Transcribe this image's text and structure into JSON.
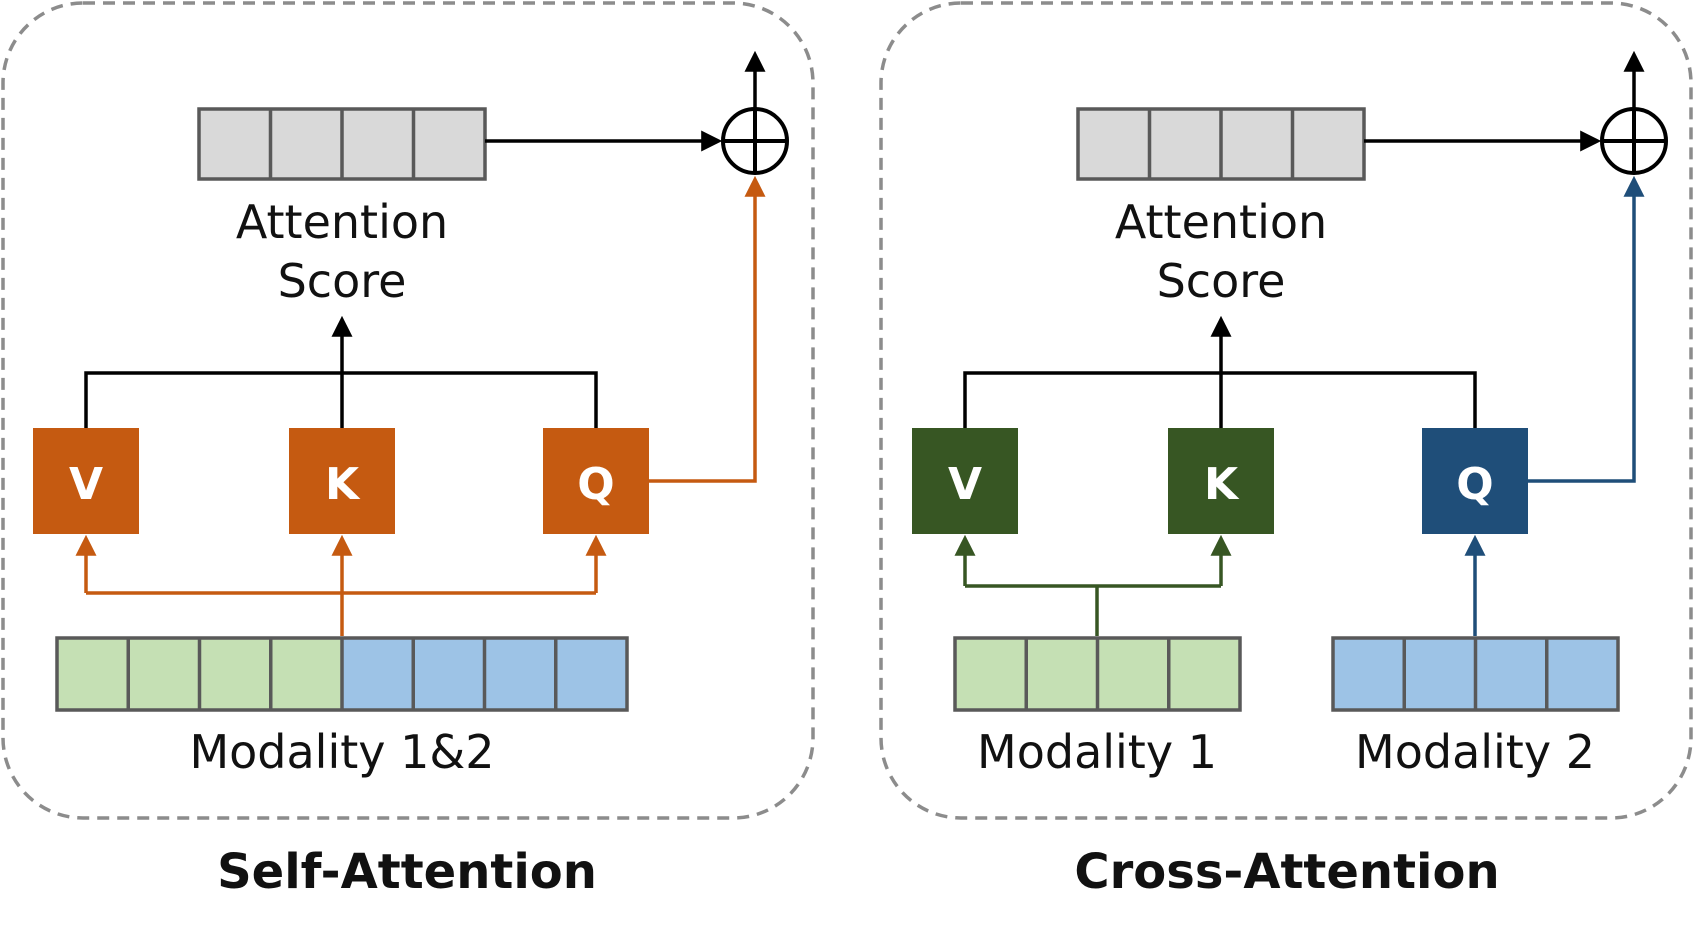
{
  "colors": {
    "self_accent": "#c55a11",
    "modality1_accent": "#375623",
    "modality2_accent": "#1f4e79",
    "modality1_fill": "#c5e0b4",
    "modality2_fill": "#9dc3e6",
    "score_fill": "#d9d9d9",
    "cell_border": "#595959",
    "panel_border": "#8c8c8c"
  },
  "self_attention": {
    "caption": "Self-Attention",
    "score_label_line1": "Attention",
    "score_label_line2": "Score",
    "input_label": "Modality 1&2",
    "nodes": {
      "v": "V",
      "k": "K",
      "q": "Q"
    },
    "add_symbol": "circle-plus-icon"
  },
  "cross_attention": {
    "caption": "Cross-Attention",
    "score_label_line1": "Attention",
    "score_label_line2": "Score",
    "input1_label": "Modality 1",
    "input2_label": "Modality 2",
    "nodes": {
      "v": "V",
      "k": "K",
      "q": "Q"
    },
    "add_symbol": "circle-plus-icon"
  }
}
